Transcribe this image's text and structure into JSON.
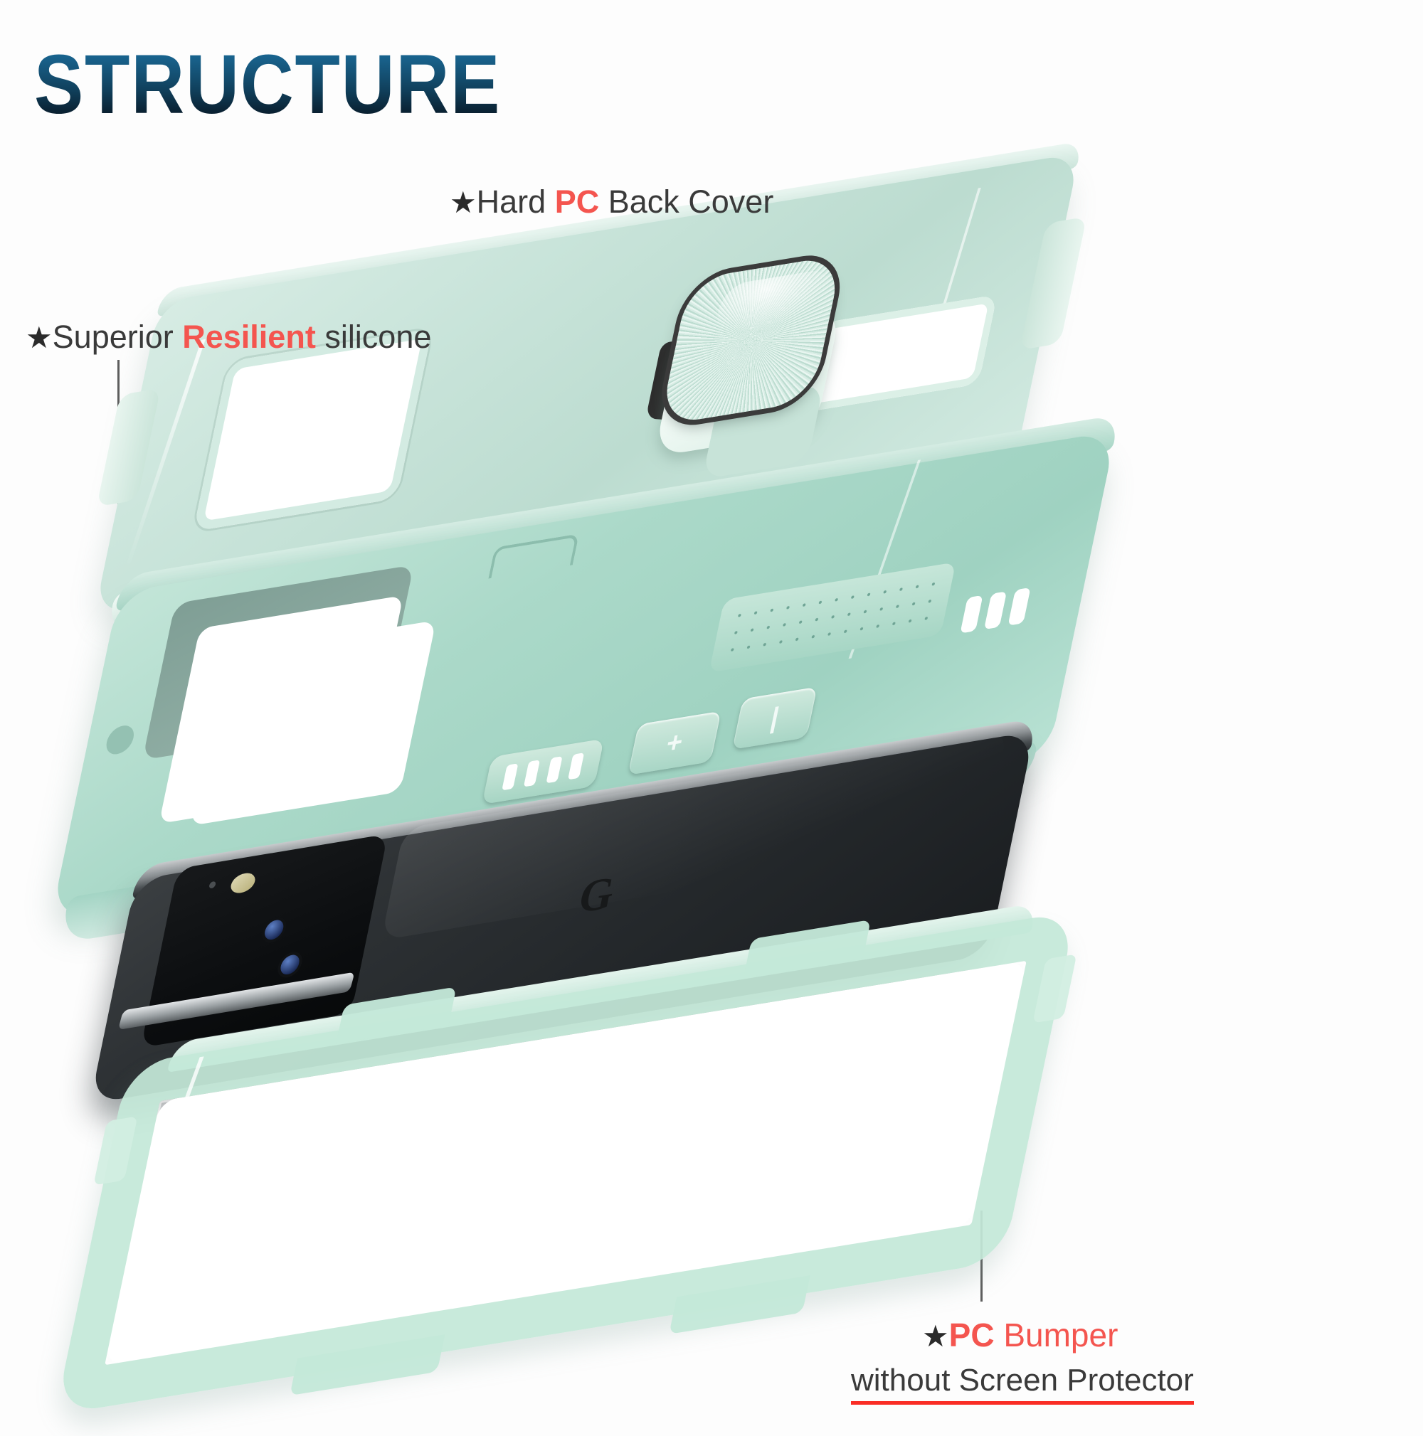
{
  "page": {
    "title": "STRUCTURE",
    "title_gradient_from": "#1a6f9e",
    "title_gradient_to": "#071620",
    "background": "#fdfdfd",
    "accent_red": "#f4554f",
    "text_gray": "#3a3a3a"
  },
  "callouts": [
    {
      "id": "hard-pc-back-cover",
      "star": "★",
      "prefix": "Hard ",
      "highlight": "PC",
      "suffix": " Back Cover",
      "highlight_color": "#f4554f"
    },
    {
      "id": "superior-resilient-silicone",
      "star": "★",
      "prefix": "Superior ",
      "highlight": "Resilient",
      "suffix": " silicone",
      "highlight_color": "#f4554f"
    },
    {
      "id": "pc-bumper",
      "star": "★",
      "prefix": "",
      "highlight": "PC",
      "suffix": " Bumper",
      "highlight_color": "#f4554f",
      "suffix_color": "#f4554f",
      "note": "without Screen Protector",
      "note_underline_color": "#fa2d25"
    }
  ],
  "layers": [
    {
      "id": "back-cover",
      "name": "Hard PC Back Cover",
      "material": "PC",
      "color": "#c9e4da",
      "features": [
        "ring-holder",
        "camera-cutout",
        "kickstand-loop"
      ]
    },
    {
      "id": "silicone",
      "name": "Superior Resilient Silicone",
      "material": "silicone",
      "color": "#abd9c9",
      "features": [
        "speaker-grille",
        "volume-button",
        "power-button",
        "mic-hole",
        "side-vents",
        "camera-window"
      ]
    },
    {
      "id": "phone",
      "name": "Google Pixel phone",
      "color": "#2e3235",
      "brand_logo": "G",
      "features": [
        "camera-bar",
        "dual-lens",
        "flash"
      ]
    },
    {
      "id": "bumper",
      "name": "PC Bumper",
      "material": "PC",
      "color": "#c4e8d8",
      "features": [
        "hollow-frame",
        "corner-clips",
        "no-screen-protector"
      ]
    }
  ],
  "buttons": {
    "volume_up": "+",
    "power": "|",
    "slots_count": 4
  },
  "icons": {
    "star": "★",
    "google_g": "G"
  }
}
